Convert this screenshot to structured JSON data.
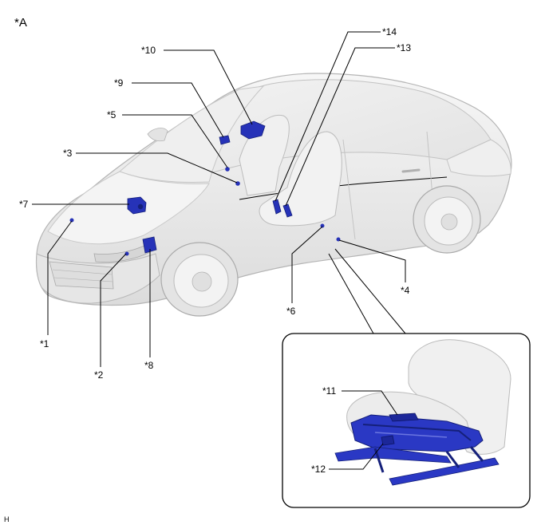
{
  "view_label": "*A",
  "footer_code": "H",
  "labels": {
    "c1": "*1",
    "c2": "*2",
    "c3": "*3",
    "c4": "*4",
    "c5": "*5",
    "c6": "*6",
    "c7": "*7",
    "c8": "*8",
    "c9": "*9",
    "c10": "*10",
    "c11": "*11",
    "c12": "*12",
    "c13": "*13",
    "c14": "*14"
  },
  "colors": {
    "component": "#2632b8",
    "component_dark": "#15207a",
    "car_body": "#e9e9e9",
    "car_outline": "#b9b9b9"
  }
}
